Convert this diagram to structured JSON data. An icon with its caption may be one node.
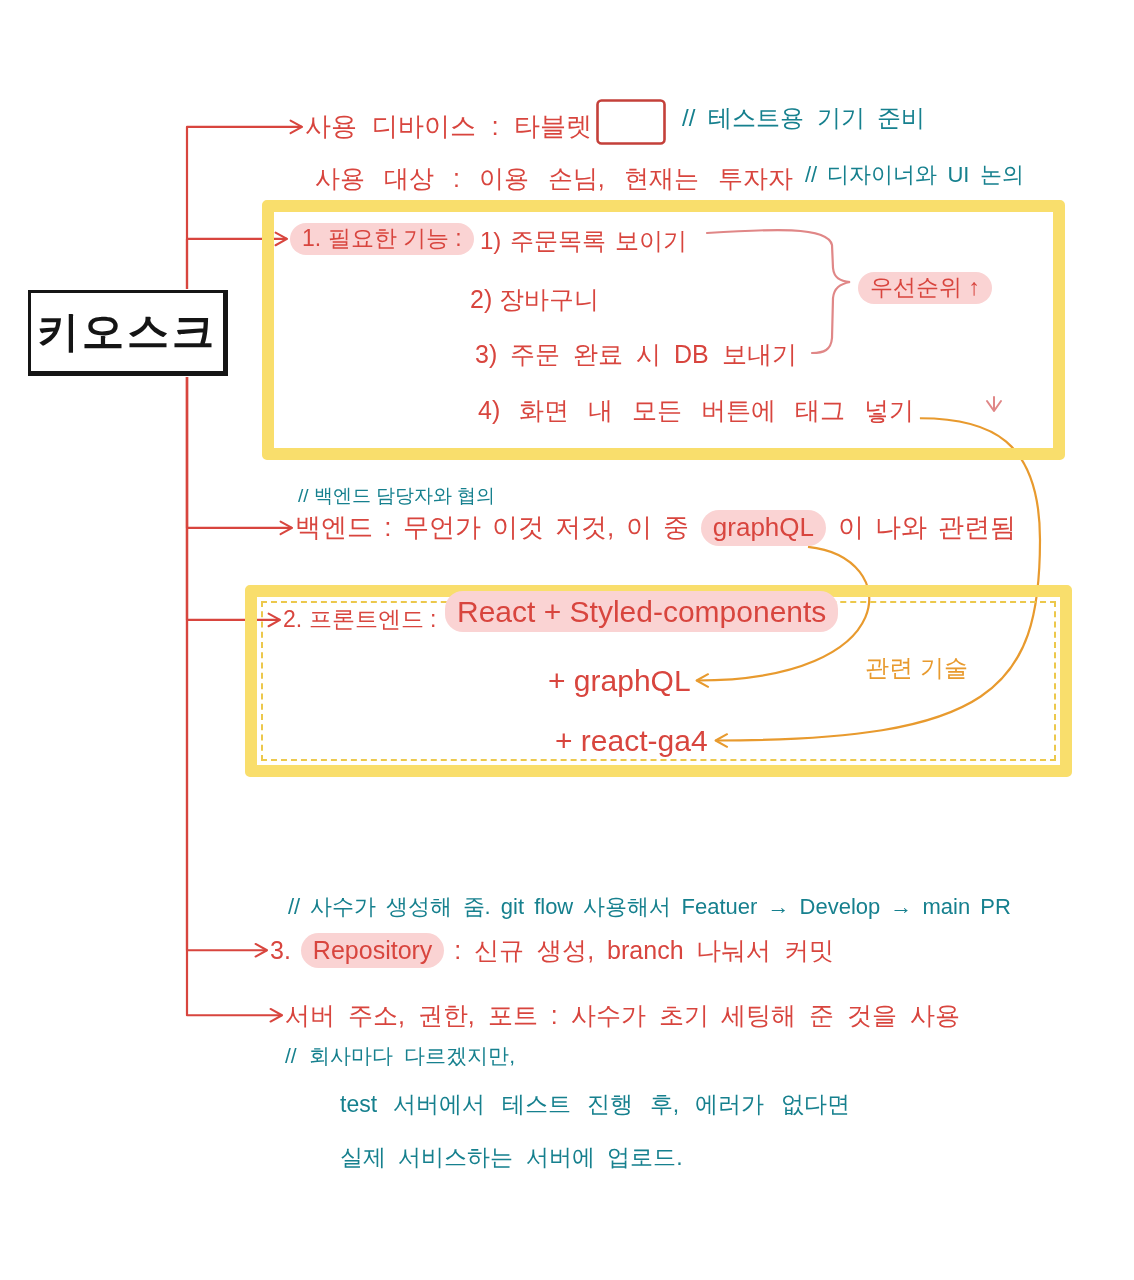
{
  "diagram": {
    "nodes": [
      {
        "text": [
          "키오스크"
        ]
      },
      {
        "text": [
          "사용 디바이스 : 타블렛"
        ]
      },
      {
        "text": [],
        "shape": "box"
      },
      {
        "text": [
          "1. 필요한 기능 :"
        ],
        "in": 2
      },
      {
        "text": [
          "우선순위 ↑"
        ],
        "in": 2
      },
      {
        "text": [
          "4) 화면 내 모든 버튼에 태그 넣기"
        ],
        "in": 2
      },
      {
        "text": [
          "백엔드 : 무언가 이것 저것, 이 중",
          "이 나와 관련됨"
        ]
      },
      {
        "text": [
          "graphQL"
        ],
        "in": 6
      },
      {
        "text": [],
        "shape": "box"
      },
      {
        "text": [
          "2. 프론트엔드 :"
        ],
        "in": 8
      },
      {
        "text": [
          "React + Styled-components"
        ],
        "in": 8
      },
      {
        "text": [
          "+ graphQL"
        ],
        "in": 8
      },
      {
        "text": [
          "+ react-ga4"
        ],
        "in": 8
      },
      {
        "text": [
          "3.",
          ": 신규 생성, branch 나눠서 커밋"
        ]
      },
      {
        "text": [
          "Repository"
        ],
        "in": 13
      },
      {
        "text": [
          "서버 주소, 권한, 포트 : 사수가 초기 세팅해 준 것을 사용"
        ]
      }
    ],
    "edges": [
      {
        "from": 0,
        "to": 1,
        "arrow": "to"
      },
      {
        "from": 0,
        "to": 3,
        "arrow": "to"
      },
      {
        "from": 0,
        "to": 6,
        "arrow": "to"
      },
      {
        "from": 0,
        "to": 9,
        "arrow": "to"
      },
      {
        "from": 0,
        "to": 13,
        "arrow": "to"
      },
      {
        "from": 0,
        "to": 15,
        "arrow": "to"
      },
      {
        "from": 7,
        "to": 11,
        "arrow": "to",
        "label": "관련 기술",
        "color": "#e89a2e"
      },
      {
        "from": 5,
        "to": 12,
        "arrow": "to",
        "color": "#e89a2e"
      }
    ],
    "labels": [
      "// 테스트용 기기 준비",
      "사용 대상 : 이용 손님, 현재는 투자자",
      "// 디자이너와 UI 논의",
      "1) 주문목록 보이기",
      "2) 장바구니",
      "3) 주문 완료 시 DB 보내기",
      "// 백엔드 담당자와 협의",
      "// 사수가 생성해 줌. git flow 사용해서 Featuer → Develop → main PR",
      "// 회사마다 다르겠지만,",
      "test 서버에서 테스트 진행 후, 에러가 없다면",
      "실제 서비스하는 서버에 업로드."
    ]
  }
}
